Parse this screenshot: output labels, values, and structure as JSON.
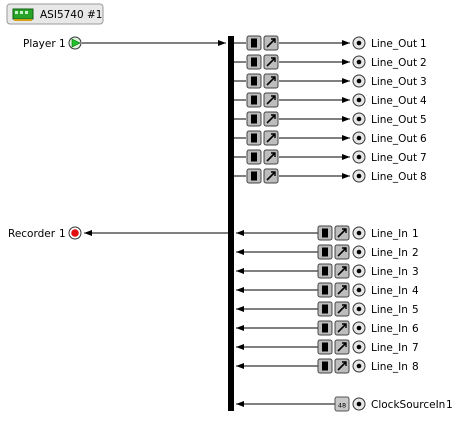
{
  "adapter": {
    "title": "ASI5740 #1",
    "icon": "sound-card-icon"
  },
  "player": {
    "label": "Player",
    "index": "1",
    "icon": "play-triangle-icon",
    "color": "#22c22a"
  },
  "recorder": {
    "label": "Recorder",
    "index": "1",
    "icon": "record-dot-icon",
    "color": "#e01010"
  },
  "outputs": [
    {
      "name": "Line_Out",
      "index": "1"
    },
    {
      "name": "Line_Out",
      "index": "2"
    },
    {
      "name": "Line_Out",
      "index": "3"
    },
    {
      "name": "Line_Out",
      "index": "4"
    },
    {
      "name": "Line_Out",
      "index": "5"
    },
    {
      "name": "Line_Out",
      "index": "6"
    },
    {
      "name": "Line_Out",
      "index": "7"
    },
    {
      "name": "Line_Out",
      "index": "8"
    }
  ],
  "inputs": [
    {
      "name": "Line_In",
      "index": "1"
    },
    {
      "name": "Line_In",
      "index": "2"
    },
    {
      "name": "Line_In",
      "index": "3"
    },
    {
      "name": "Line_In",
      "index": "4"
    },
    {
      "name": "Line_In",
      "index": "5"
    },
    {
      "name": "Line_In",
      "index": "6"
    },
    {
      "name": "Line_In",
      "index": "7"
    },
    {
      "name": "Line_In",
      "index": "8"
    }
  ],
  "clock": {
    "name": "ClockSourceIn",
    "index": "1",
    "badge": "48"
  },
  "icons": {
    "meter": "level-meter-icon",
    "volume": "volume-control-icon",
    "connector": "connector-jack-icon"
  }
}
